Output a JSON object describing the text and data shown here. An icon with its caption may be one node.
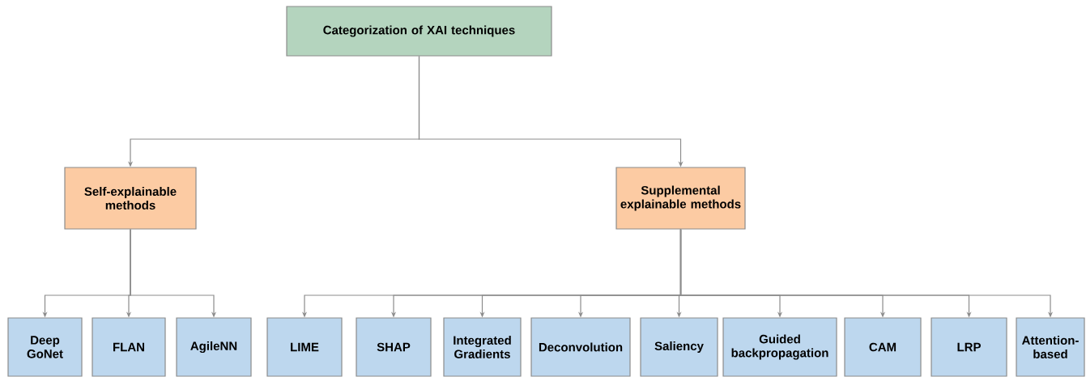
{
  "diagram": {
    "nodes": [
      {
        "text": [
          "Categorization of XAI techniques"
        ]
      },
      {
        "text": [
          "Self-explainable methods"
        ]
      },
      {
        "text": [
          "Supplemental explainable methods"
        ]
      },
      {
        "text": [
          "Deep GoNet"
        ]
      },
      {
        "text": [
          "FLAN"
        ]
      },
      {
        "text": [
          "AgileNN"
        ]
      },
      {
        "text": [
          "LIME"
        ]
      },
      {
        "text": [
          "SHAP"
        ]
      },
      {
        "text": [
          "Integrated Gradients"
        ]
      },
      {
        "text": [
          "Deconvolution"
        ]
      },
      {
        "text": [
          "Saliency"
        ]
      },
      {
        "text": [
          "Guided backpropagation"
        ]
      },
      {
        "text": [
          "CAM"
        ]
      },
      {
        "text": [
          "LRP"
        ]
      },
      {
        "text": [
          "Attention-based"
        ]
      }
    ],
    "edges": [
      {
        "from": 0,
        "to": 1,
        "arrow": "to"
      },
      {
        "from": 0,
        "to": 2,
        "arrow": "to"
      },
      {
        "from": 1,
        "to": 3,
        "arrow": "to"
      },
      {
        "from": 1,
        "to": 4,
        "arrow": "to"
      },
      {
        "from": 1,
        "to": 5,
        "arrow": "to"
      },
      {
        "from": 2,
        "to": 6,
        "arrow": "to"
      },
      {
        "from": 2,
        "to": 7,
        "arrow": "to"
      },
      {
        "from": 2,
        "to": 8,
        "arrow": "to"
      },
      {
        "from": 2,
        "to": 9,
        "arrow": "to"
      },
      {
        "from": 2,
        "to": 10,
        "arrow": "to"
      },
      {
        "from": 2,
        "to": 11,
        "arrow": "to"
      },
      {
        "from": 2,
        "to": 12,
        "arrow": "to"
      },
      {
        "from": 2,
        "to": 13,
        "arrow": "to"
      },
      {
        "from": 2,
        "to": 14,
        "arrow": "to"
      }
    ]
  }
}
